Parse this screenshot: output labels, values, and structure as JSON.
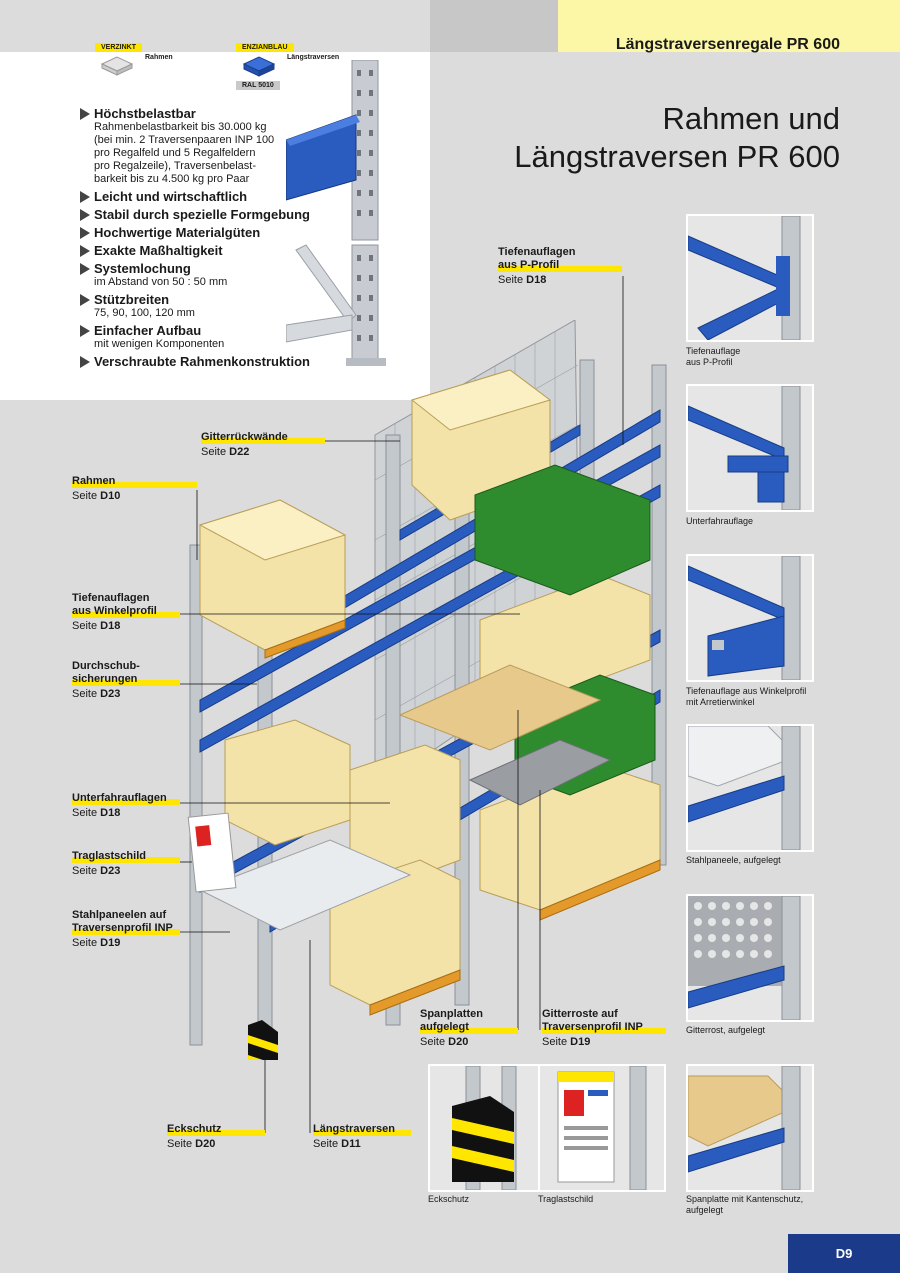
{
  "header": {
    "title": "Längstraversenregale PR 600"
  },
  "swatches": [
    {
      "tag": "VERZINKT",
      "label": "Rahmen"
    },
    {
      "tag": "ENZIANBLAU",
      "label": "Längstraversen",
      "ral": "RAL 5010"
    }
  ],
  "main_title": {
    "line1": "Rahmen und",
    "line2": "Längstraversen PR 600"
  },
  "features": [
    {
      "title": "Höchstbelastbar",
      "desc": [
        "Rahmenbelastbarkeit bis 30.000 kg",
        "(bei min. 2 Traversenpaaren INP 100",
        "pro Regalfeld und 5 Regalfeldern",
        "pro Regalzeile), Traversenbelast-",
        "barkeit bis zu 4.500 kg pro Paar"
      ]
    },
    {
      "title": "Leicht und wirtschaftlich",
      "desc": []
    },
    {
      "title": "Stabil durch spezielle Formgebung",
      "desc": []
    },
    {
      "title": "Hochwertige Materialgüten",
      "desc": []
    },
    {
      "title": "Exakte Maßhaltigkeit",
      "desc": []
    },
    {
      "title": "Systemlochung",
      "desc": [
        "im Abstand von 50 : 50 mm"
      ]
    },
    {
      "title": "Stützbreiten",
      "desc": [
        "75, 90, 100, 120 mm"
      ]
    },
    {
      "title": "Einfacher Aufbau",
      "desc": [
        "mit wenigen Komponenten"
      ]
    },
    {
      "title": "Verschraubte Rahmenkonstruktion",
      "desc": []
    }
  ],
  "callouts": {
    "tiefenauflagen_p": {
      "l1": "Tiefenauflagen",
      "l2": "aus P-Profil",
      "page_prefix": "Seite",
      "page": "D18"
    },
    "gitterrueckwaende": {
      "l1": "Gitterrückwände",
      "page_prefix": "Seite",
      "page": "D22"
    },
    "rahmen": {
      "l1": "Rahmen",
      "page_prefix": "Seite",
      "page": "D10"
    },
    "tiefenauflagen_w": {
      "l1": "Tiefenauflagen",
      "l2": "aus Winkelprofil",
      "page_prefix": "Seite",
      "page": "D18"
    },
    "durchschub": {
      "l1": "Durchschub-",
      "l2": "sicherungen",
      "page_prefix": "Seite",
      "page": "D23"
    },
    "unterfahr": {
      "l1": "Unterfahrauflagen",
      "page_prefix": "Seite",
      "page": "D18"
    },
    "traglast": {
      "l1": "Traglastschild",
      "page_prefix": "Seite",
      "page": "D23"
    },
    "stahlpaneelen": {
      "l1": "Stahlpaneelen auf",
      "l2": "Traversenprofil INP",
      "page_prefix": "Seite",
      "page": "D19"
    },
    "spanplatten": {
      "l1": "Spanplatten",
      "l2": "aufgelegt",
      "page_prefix": "Seite",
      "page": "D20"
    },
    "gitterroste": {
      "l1": "Gitterroste auf",
      "l2": "Traversenprofil INP",
      "page_prefix": "Seite",
      "page": "D19"
    },
    "eckschutz": {
      "l1": "Eckschutz",
      "page_prefix": "Seite",
      "page": "D20"
    },
    "laengstraversen": {
      "l1": "Längstraversen",
      "page_prefix": "Seite",
      "page": "D11"
    }
  },
  "thumbnails": [
    {
      "caption1": "Tiefenauflage",
      "caption2": "aus P-Profil"
    },
    {
      "caption1": "Unterfahrauflage",
      "caption2": ""
    },
    {
      "caption1": "Tiefenauflage aus Winkelprofil",
      "caption2": "mit Arretierwinkel"
    },
    {
      "caption1": "Stahlpaneele, aufgelegt",
      "caption2": ""
    },
    {
      "caption1": "Gitterrost, aufgelegt",
      "caption2": ""
    },
    {
      "caption1": "Spanplatte mit Kantenschutz,",
      "caption2": "aufgelegt"
    }
  ],
  "bottom_thumbs": [
    {
      "caption": "Eckschutz"
    },
    {
      "caption": "Traglastschild"
    }
  ],
  "page_number": "D9",
  "colors": {
    "blue": "#2a5bbf",
    "yellow": "#ffe600",
    "green": "#2e8b2e",
    "box": "#f3e2a6"
  }
}
